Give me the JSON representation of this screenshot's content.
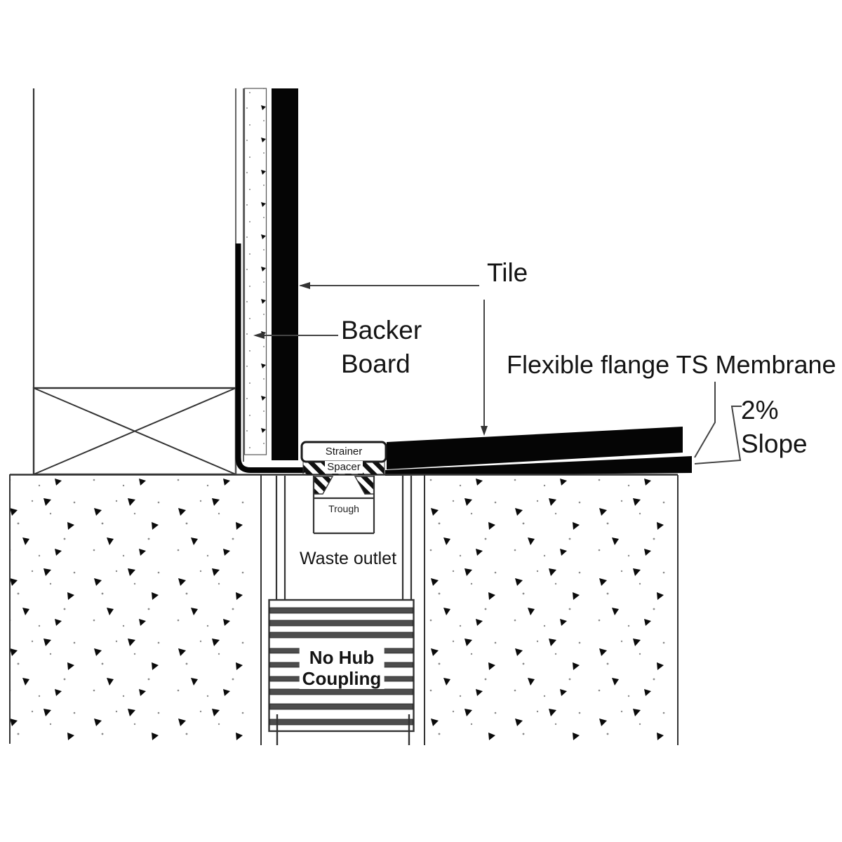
{
  "diagram": {
    "type": "construction-detail-section",
    "labels": {
      "tile": "Tile",
      "backer_board": "Backer\nBoard",
      "membrane": "Flexible flange TS Membrane",
      "slope": "2%\nSlope",
      "strainer": "Strainer",
      "spacer": "Spacer",
      "trough": "Trough",
      "waste_outlet": "Waste outlet",
      "coupling": "No Hub\nCoupling"
    },
    "colors": {
      "line": "#333333",
      "solid_fill": "#050505",
      "band_fill": "#4d4d4d",
      "background": "#ffffff"
    }
  }
}
